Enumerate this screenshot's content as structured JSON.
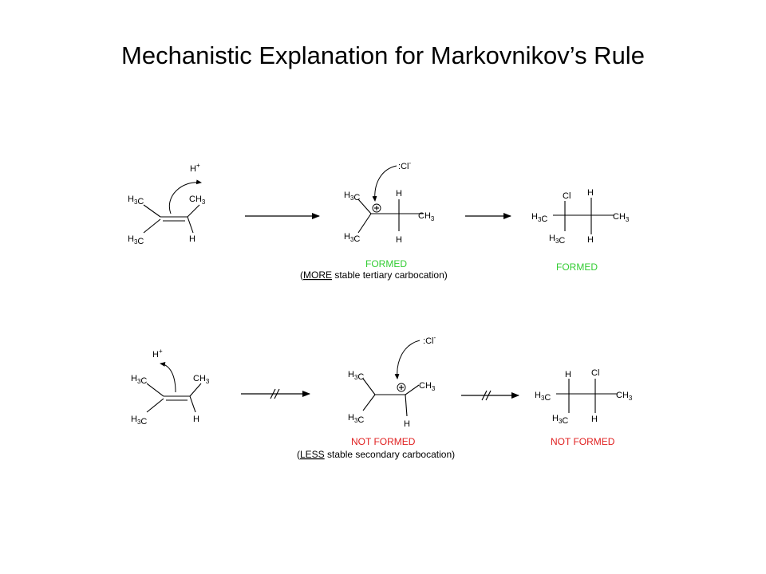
{
  "title": "Mechanistic Explanation for Markovnikov’s Rule",
  "colors": {
    "formed": "#33cc33",
    "not_formed": "#e02020",
    "ink": "#000000"
  },
  "atoms": {
    "h3c": "H3C",
    "ch3": "CH3",
    "h": "H",
    "cl": "Cl",
    "proton": "H+",
    "chloride": ":Cl-",
    "plus": "+"
  },
  "top_row": {
    "intermediate_label": "FORMED",
    "intermediate_note_open": "(",
    "intermediate_note_emph": "MORE",
    "intermediate_note_rest": " stable tertiary carbocation)",
    "product_label": "FORMED"
  },
  "bottom_row": {
    "intermediate_label": "NOT FORMED",
    "intermediate_note_open": "(",
    "intermediate_note_emph": "LESS",
    "intermediate_note_rest": " stable secondary carbocation)",
    "product_label": "NOT FORMED"
  }
}
